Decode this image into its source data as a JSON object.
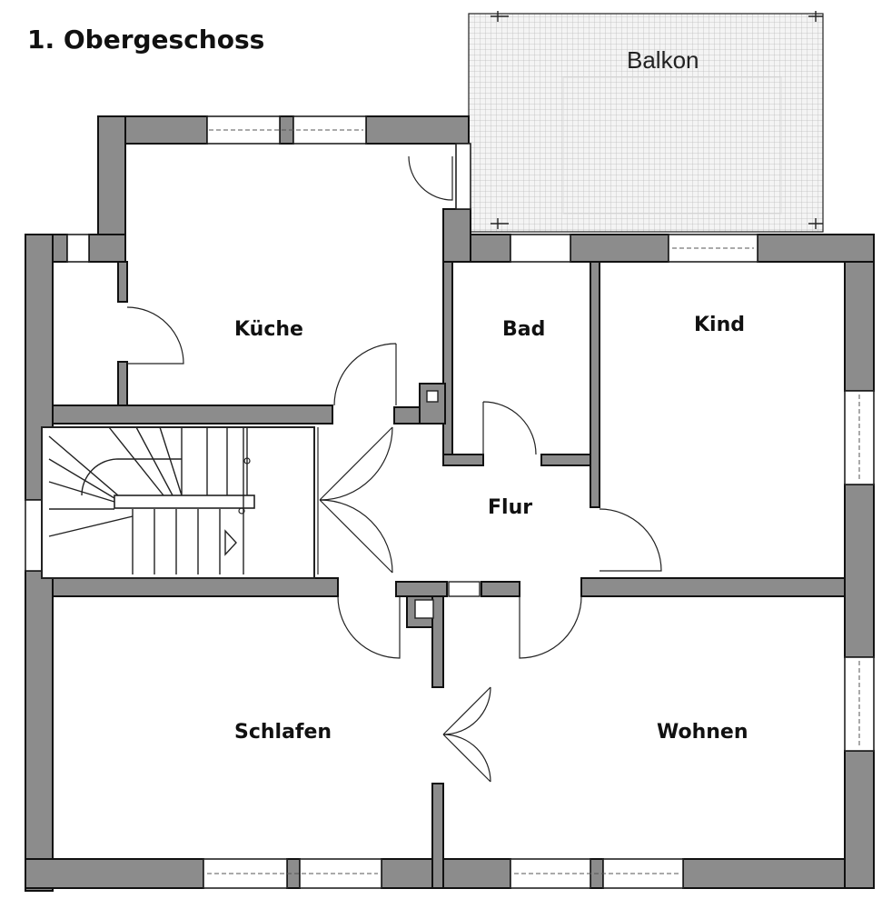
{
  "title": "1. Obergeschoss",
  "balcony_label": "Balkon",
  "rooms": {
    "kueche": "Küche",
    "bad": "Bad",
    "kind": "Kind",
    "flur": "Flur",
    "schlafen": "Schlafen",
    "wohnen": "Wohnen"
  },
  "colors": {
    "wall_fill": "#8c8c8c",
    "wall_outline": "#111111",
    "balcony_grid": "#bdbdbd",
    "background": "#ffffff"
  }
}
